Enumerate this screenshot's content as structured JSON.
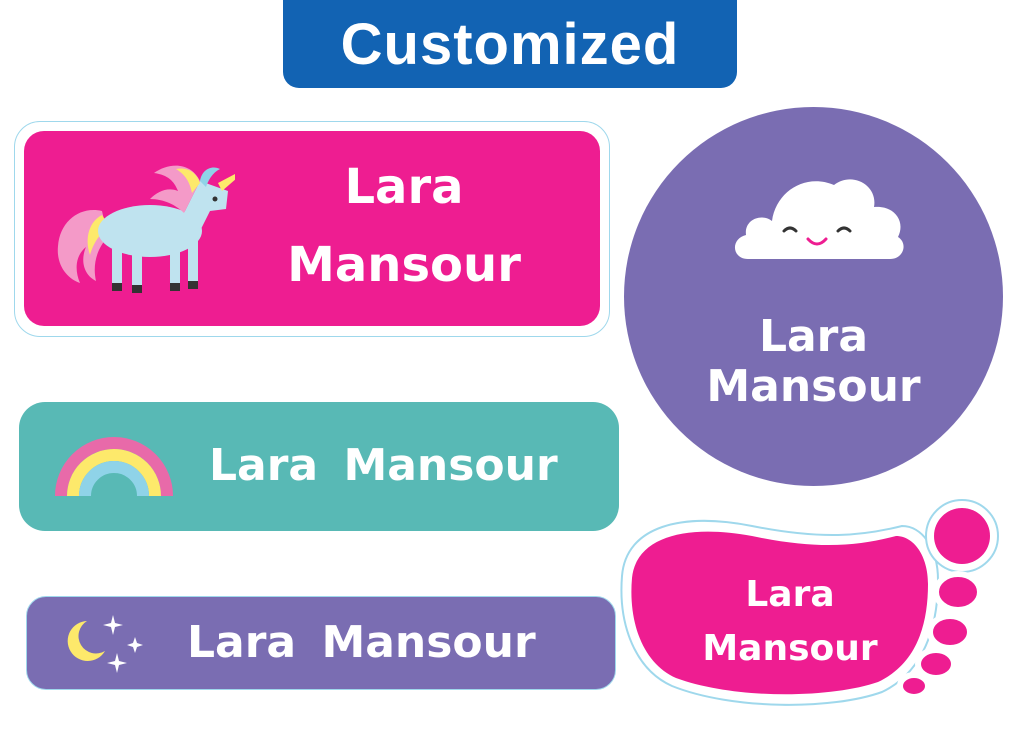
{
  "header": {
    "title": "Customized"
  },
  "colors": {
    "header": "#1263b3",
    "pink": "#ee1d91",
    "teal": "#58b9b5",
    "purple": "#7a6db2",
    "white": "#ffffff"
  },
  "labels": {
    "unicorn": {
      "line1": "Lara",
      "line2": "Mansour",
      "icon": "unicorn-icon"
    },
    "circle": {
      "line1": "Lara",
      "line2": "Mansour",
      "icon": "cloud-icon"
    },
    "rainbow": {
      "text": "Lara Mansour",
      "icon": "rainbow-icon"
    },
    "moon": {
      "text": "Lara Mansour",
      "icon": "moon-stars-icon"
    },
    "foot": {
      "line1": "Lara",
      "line2": "Mansour",
      "icon": "footprint-icon"
    }
  }
}
